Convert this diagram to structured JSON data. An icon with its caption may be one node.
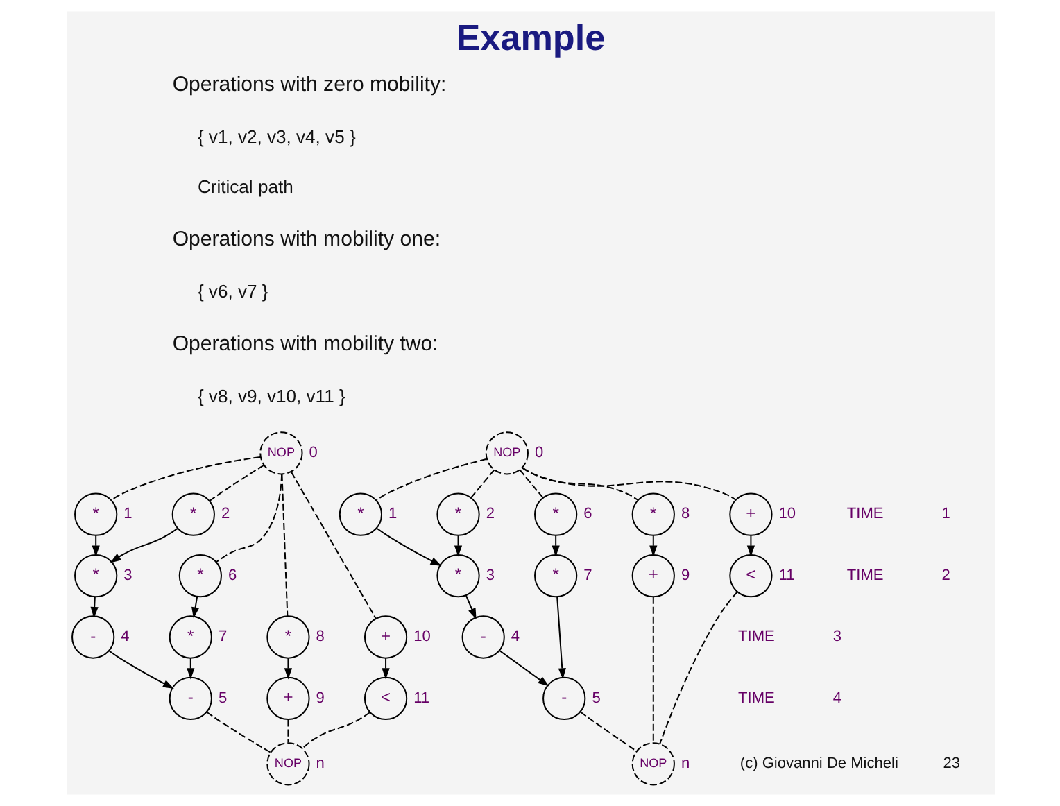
{
  "diagram": {
    "title": "Example",
    "nodes": [
      {
        "text": [
          "NOP"
        ],
        "beside": [
          "0"
        ]
      },
      {
        "text": [
          "*"
        ],
        "beside": [
          "1"
        ]
      },
      {
        "text": [
          "*"
        ],
        "beside": [
          "2"
        ]
      },
      {
        "text": [
          "*"
        ],
        "beside": [
          "3"
        ]
      },
      {
        "text": [
          "-"
        ],
        "beside": [
          "4"
        ]
      },
      {
        "text": [
          "-"
        ],
        "beside": [
          "5"
        ]
      },
      {
        "text": [
          "*"
        ],
        "beside": [
          "6"
        ]
      },
      {
        "text": [
          "*"
        ],
        "beside": [
          "7"
        ]
      },
      {
        "text": [
          "*"
        ],
        "beside": [
          "8"
        ]
      },
      {
        "text": [
          "+"
        ],
        "beside": [
          "9"
        ]
      },
      {
        "text": [
          "+"
        ],
        "beside": [
          "10"
        ]
      },
      {
        "text": [
          "<"
        ],
        "beside": [
          "11"
        ]
      },
      {
        "text": [
          "NOP"
        ],
        "beside": [
          "n"
        ]
      },
      {
        "text": [
          "NOP"
        ],
        "beside": [
          "0"
        ]
      },
      {
        "text": [
          "*"
        ],
        "beside": [
          "1"
        ]
      },
      {
        "text": [
          "*"
        ],
        "beside": [
          "2"
        ]
      },
      {
        "text": [
          "*"
        ],
        "beside": [
          "3"
        ]
      },
      {
        "text": [
          "-"
        ],
        "beside": [
          "4"
        ]
      },
      {
        "text": [
          "-"
        ],
        "beside": [
          "5"
        ]
      },
      {
        "text": [
          "*"
        ],
        "beside": [
          "6"
        ]
      },
      {
        "text": [
          "*"
        ],
        "beside": [
          "7"
        ]
      },
      {
        "text": [
          "*"
        ],
        "beside": [
          "8"
        ]
      },
      {
        "text": [
          "+"
        ],
        "beside": [
          "9"
        ]
      },
      {
        "text": [
          "+"
        ],
        "beside": [
          "10"
        ]
      },
      {
        "text": [
          "<"
        ],
        "beside": [
          "11"
        ]
      },
      {
        "text": [
          "NOP"
        ],
        "beside": [
          "n"
        ]
      }
    ],
    "edges": [
      {
        "from": 0,
        "to": 1,
        "arrow": "none",
        "style": "dashed"
      },
      {
        "from": 0,
        "to": 2,
        "arrow": "none",
        "style": "dashed"
      },
      {
        "from": 0,
        "to": 6,
        "arrow": "none",
        "style": "dashed"
      },
      {
        "from": 0,
        "to": 8,
        "arrow": "none",
        "style": "dashed"
      },
      {
        "from": 0,
        "to": 10,
        "arrow": "none",
        "style": "dashed"
      },
      {
        "from": 1,
        "to": 3,
        "arrow": "to"
      },
      {
        "from": 2,
        "to": 3,
        "arrow": "to"
      },
      {
        "from": 3,
        "to": 4,
        "arrow": "to"
      },
      {
        "from": 6,
        "to": 7,
        "arrow": "to"
      },
      {
        "from": 4,
        "to": 5,
        "arrow": "to"
      },
      {
        "from": 7,
        "to": 5,
        "arrow": "to"
      },
      {
        "from": 8,
        "to": 9,
        "arrow": "to"
      },
      {
        "from": 10,
        "to": 11,
        "arrow": "to"
      },
      {
        "from": 5,
        "to": 12,
        "arrow": "none",
        "style": "dashed"
      },
      {
        "from": 9,
        "to": 12,
        "arrow": "none",
        "style": "dashed"
      },
      {
        "from": 11,
        "to": 12,
        "arrow": "none",
        "style": "dashed"
      },
      {
        "from": 13,
        "to": 14,
        "arrow": "none",
        "style": "dashed"
      },
      {
        "from": 13,
        "to": 15,
        "arrow": "none",
        "style": "dashed"
      },
      {
        "from": 13,
        "to": 19,
        "arrow": "none",
        "style": "dashed"
      },
      {
        "from": 13,
        "to": 21,
        "arrow": "none",
        "style": "dashed"
      },
      {
        "from": 13,
        "to": 23,
        "arrow": "none",
        "style": "dashed"
      },
      {
        "from": 14,
        "to": 16,
        "arrow": "to"
      },
      {
        "from": 15,
        "to": 16,
        "arrow": "to"
      },
      {
        "from": 16,
        "to": 17,
        "arrow": "to"
      },
      {
        "from": 19,
        "to": 20,
        "arrow": "to"
      },
      {
        "from": 17,
        "to": 18,
        "arrow": "to"
      },
      {
        "from": 20,
        "to": 18,
        "arrow": "to"
      },
      {
        "from": 21,
        "to": 22,
        "arrow": "to"
      },
      {
        "from": 23,
        "to": 24,
        "arrow": "to"
      },
      {
        "from": 18,
        "to": 25,
        "arrow": "none",
        "style": "dashed"
      },
      {
        "from": 22,
        "to": 25,
        "arrow": "none",
        "style": "dashed"
      },
      {
        "from": 24,
        "to": 25,
        "arrow": "none",
        "style": "dashed"
      }
    ],
    "labels": [
      "Operations with zero mobility:",
      "{ v1, v2, v3, v4, v5 }",
      "Critical path",
      "Operations with mobility one:",
      "{ v6, v7 }",
      "Operations with mobility two:",
      "{ v8, v9, v10, v11 }",
      "TIME",
      "1",
      "TIME",
      "2",
      "TIME",
      "3",
      "TIME",
      "4",
      "(c) Giovanni De Micheli",
      "23"
    ]
  }
}
